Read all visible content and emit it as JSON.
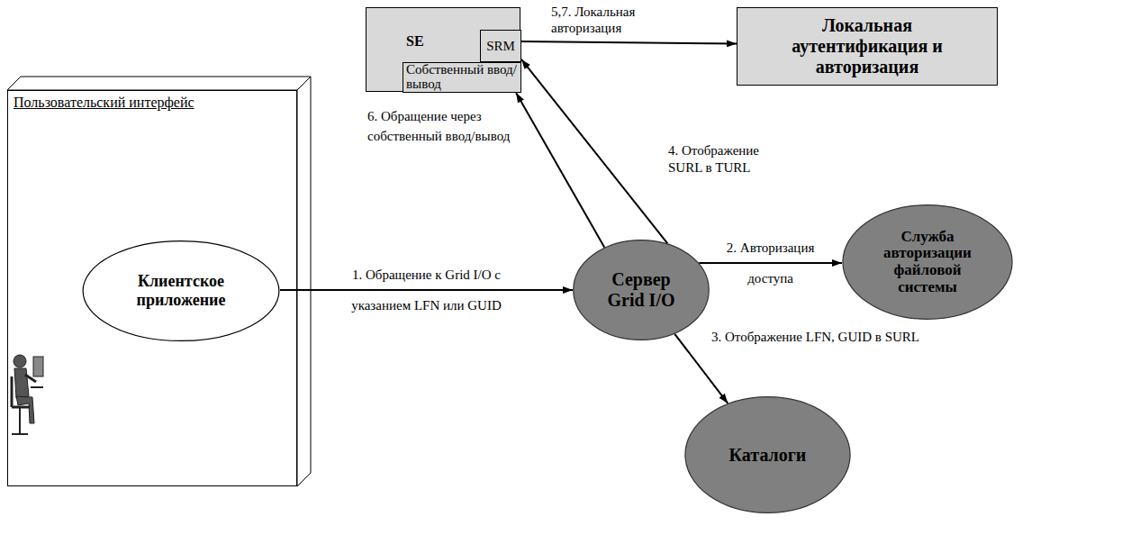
{
  "diagram": {
    "nodes": [
      {
        "text": [
          "SE"
        ]
      },
      {
        "text": [
          "SRM"
        ],
        "in": 0
      },
      {
        "text": [
          "Собственный ввод/вывод"
        ],
        "in": 0
      },
      {
        "text": [
          "Локальная аутентификация и авторизация"
        ]
      },
      {
        "text": [
          "Пользовательский интерфейс"
        ]
      },
      {
        "text": [
          "Клиентское приложение"
        ],
        "in": 4
      },
      {
        "text": [
          "Сервер Grid I/O"
        ]
      },
      {
        "text": [
          "Служба авторизации файловой системы"
        ]
      },
      {
        "text": [
          "Каталоги"
        ]
      }
    ],
    "edges": [
      {
        "from": 5,
        "to": 6,
        "arrow": "to",
        "label": "1. Обращение к Grid I/O с указанием LFN или GUID"
      },
      {
        "from": 6,
        "to": 7,
        "arrow": "to",
        "label": "2. Авторизация доступа"
      },
      {
        "from": 6,
        "to": 8,
        "arrow": "to",
        "label": "3. Отображение LFN, GUID в SURL"
      },
      {
        "from": 6,
        "to": 1,
        "arrow": "to",
        "label": "4. Отображение SURL в TURL"
      },
      {
        "from": 0,
        "to": 3,
        "arrow": "to",
        "label": "5,7. Локальная авторизация"
      },
      {
        "from": 6,
        "to": 2,
        "arrow": "to",
        "label": "6. Обращение через собственный ввод/вывод"
      }
    ]
  }
}
